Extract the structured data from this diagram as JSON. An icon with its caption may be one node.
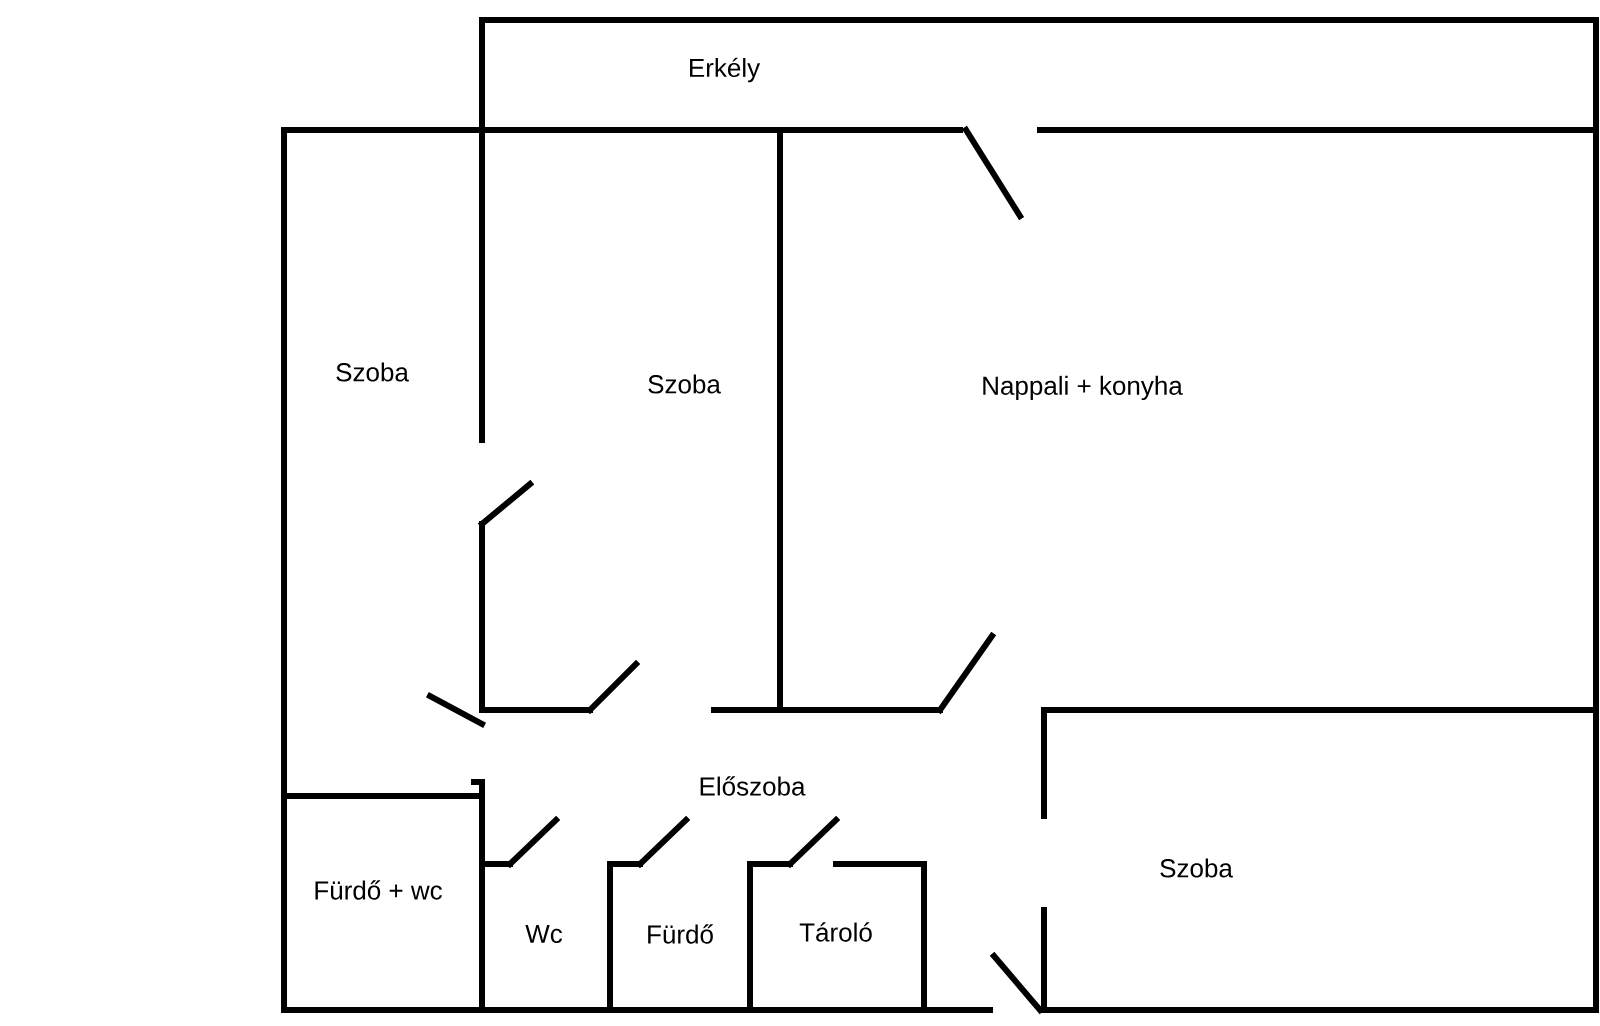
{
  "diagram": {
    "labels": [
      "Erkély",
      "Szoba",
      "Szoba",
      "Nappali + konyha",
      "Előszoba",
      "Fürdő + wc",
      "Wc",
      "Fürdő",
      "Tároló",
      "Szoba"
    ]
  }
}
